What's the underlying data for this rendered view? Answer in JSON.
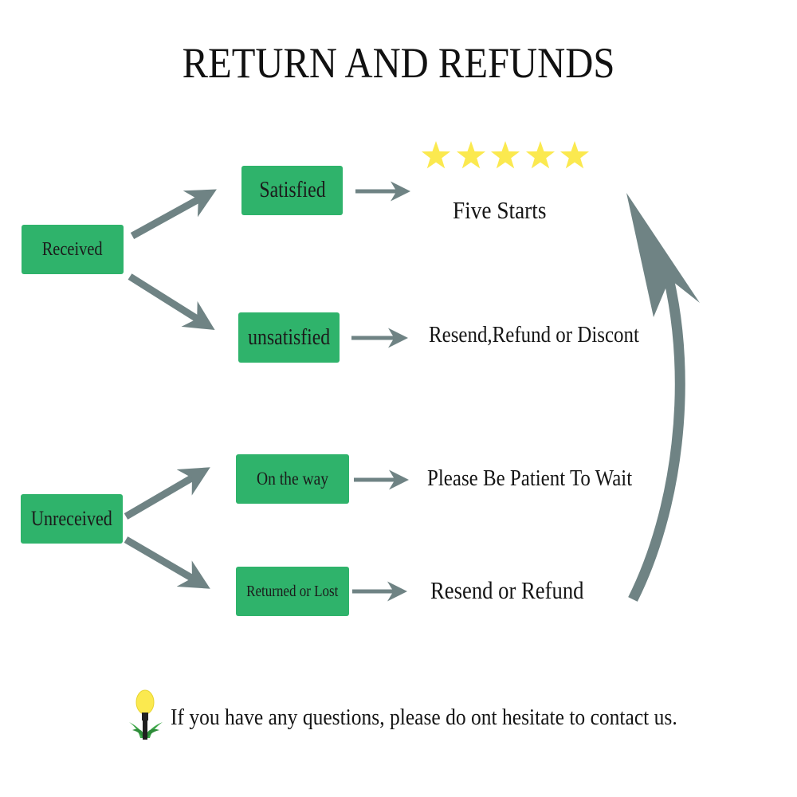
{
  "title": "RETURN AND REFUNDS",
  "nodes": {
    "received": "Received",
    "unreceived": "Unreceived",
    "satisfied": "Satisfied",
    "unsatisfied": "unsatisfied",
    "on_the_way": "On the way",
    "returned_or_lost": "Returned or Lost"
  },
  "outcomes": {
    "five_stars": "Five Starts",
    "unsatisfied_outcome": "Resend,Refund or Discont",
    "on_the_way_outcome": "Please Be Patient To Wait",
    "returned_outcome": "Resend or Refund"
  },
  "rating": {
    "stars": 5
  },
  "footer": {
    "text": "If you have any questions, please do ont hesitate to contact us."
  },
  "colors": {
    "box": "#2fb36b",
    "arrow": "#6f8384",
    "star": "#fbe94f"
  }
}
